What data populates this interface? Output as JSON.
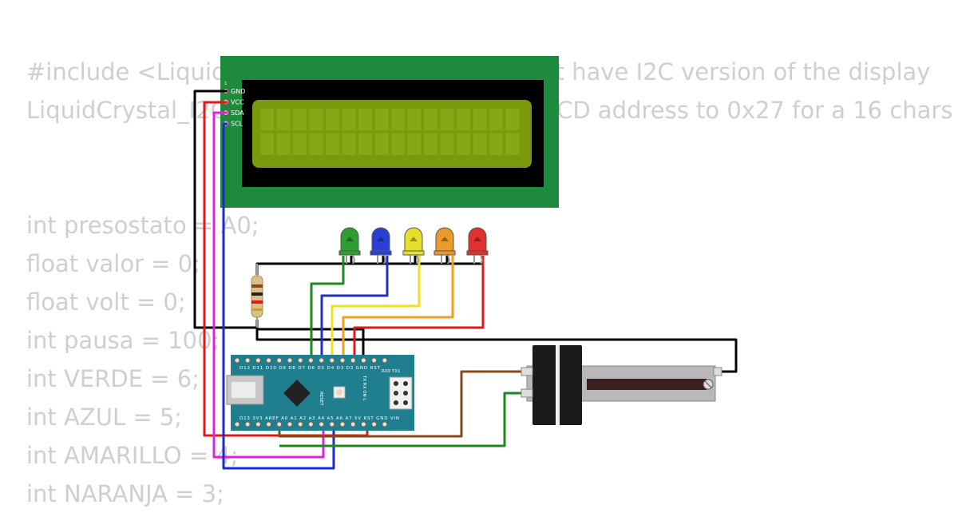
{
  "code_lines": [
    "#include <LiquidCrystal_I2C.h> // if you don´t have I2C version of the display",
    "LiquidCrystal_I2C lcd(0x27, 16, 2); // set the LCD address to 0x27 for a 16 chars",
    "",
    "",
    "int presostato = A0;",
    "float valor = 0;",
    "float volt = 0;",
    "int pausa = 100;",
    "int VERDE = 6;",
    "int AZUL = 5;",
    "int AMARILLO = 4;",
    "int NARANJA = 3;"
  ],
  "lcd": {
    "pin_index": "1",
    "pins": [
      "GND",
      "VCC",
      "SDA",
      "SCL"
    ],
    "colors": {
      "pcb": "#1e8a3c",
      "bezel": "#000000",
      "screen": "#7a9a0c"
    }
  },
  "leds": [
    {
      "name": "green",
      "color": "#2e9e33"
    },
    {
      "name": "blue",
      "color": "#2a3fd6"
    },
    {
      "name": "yellow",
      "color": "#e6e02a"
    },
    {
      "name": "orange",
      "color": "#e89a2a"
    },
    {
      "name": "red",
      "color": "#e03030"
    }
  ],
  "arduino": {
    "top_pins": "D12 D11 D10 D9 D8 D7 D6 D5 D4 D3 D2 GND RST",
    "rx_tx": "RX0 TX1",
    "bottom_pins": "D13 3V3 AREF A0 A1 A2 A3 A4 A5 A6 A7 5V RST GND VIN",
    "reset_label": "RESET",
    "side_labels": "TX RX ON L",
    "board_color": "#1f7f8f"
  },
  "wire_colors": {
    "black": "#000000",
    "red": "#e01818",
    "magenta": "#e020e0",
    "blue": "#1a2ad0",
    "green": "#1a8a1a",
    "dark_blue": "#2030c0",
    "yellow": "#f0e020",
    "orange": "#f0a020",
    "brown": "#8a4a18"
  }
}
